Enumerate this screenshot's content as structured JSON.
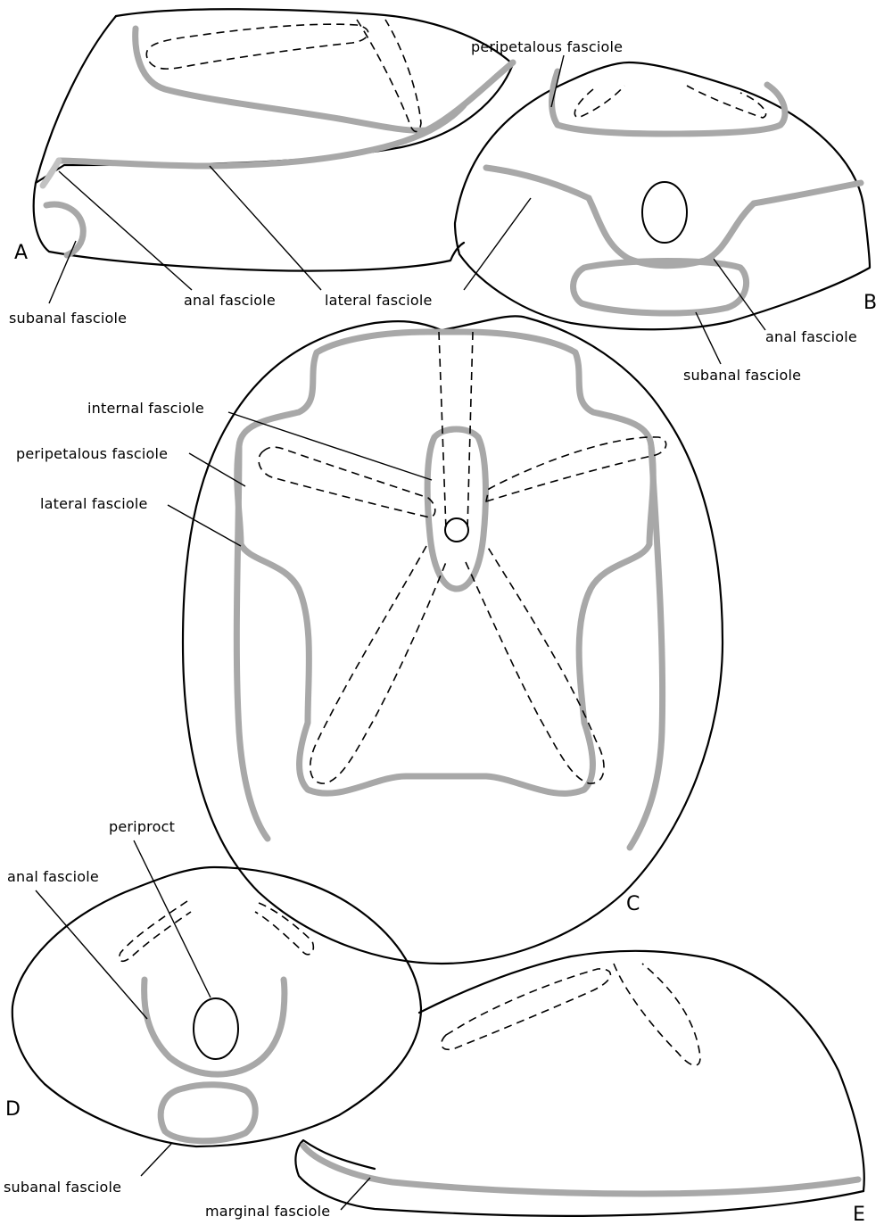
{
  "panels": {
    "a": "A",
    "b": "B",
    "c": "C",
    "d": "D",
    "e": "E"
  },
  "labels": {
    "a_subanal": "subanal fasciole",
    "a_anal": "anal fasciole",
    "a_lateral": "lateral fasciole",
    "b_peripetalous": "peripetalous fasciole",
    "b_anal": "anal fasciole",
    "b_subanal": "subanal fasciole",
    "c_internal": "internal fasciole",
    "c_peripetalous": "peripetalous fasciole",
    "c_lateral": "lateral fasciole",
    "d_periproct": "periproct",
    "d_anal": "anal fasciole",
    "d_subanal": "subanal fasciole",
    "e_marginal": "marginal fasciole"
  }
}
